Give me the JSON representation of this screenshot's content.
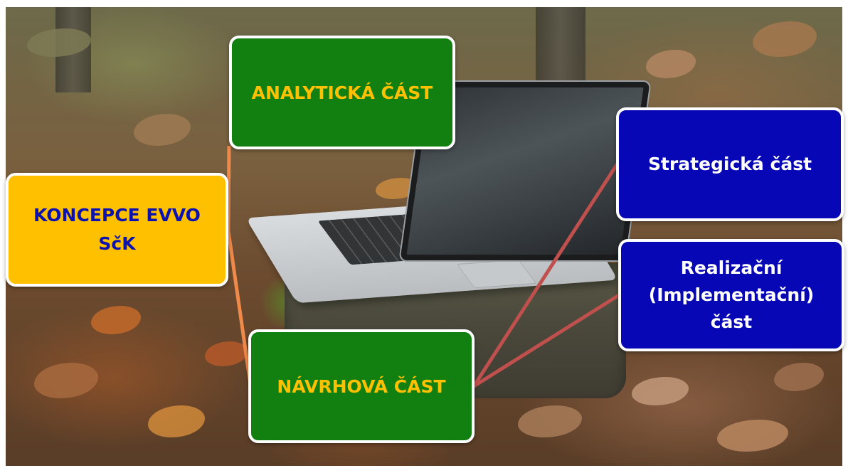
{
  "diagram": {
    "concept": {
      "label_line1": "KONCEPCE EVVO",
      "label_line2": "SčK"
    },
    "parts": [
      {
        "id": "analytic",
        "label": "ANALYTICKÁ ČÁST"
      },
      {
        "id": "proposal",
        "label": "NÁVRHOVÁ ČÁST"
      }
    ],
    "subparts": [
      {
        "id": "strategic",
        "label": "Strategická část"
      },
      {
        "id": "implementation",
        "label_lines": [
          "Realizační",
          "(Implementační)",
          "část"
        ]
      }
    ],
    "colors": {
      "concept_fill": "#ffc000",
      "concept_text": "#0b12b0",
      "part_fill": "#118011",
      "part_text": "#ffc000",
      "subpart_fill": "#0707b5",
      "subpart_text": "#ffffff",
      "concept_connector": "#f08a4b",
      "subpart_connector": "#c0504d",
      "box_border": "#ffffff"
    }
  }
}
